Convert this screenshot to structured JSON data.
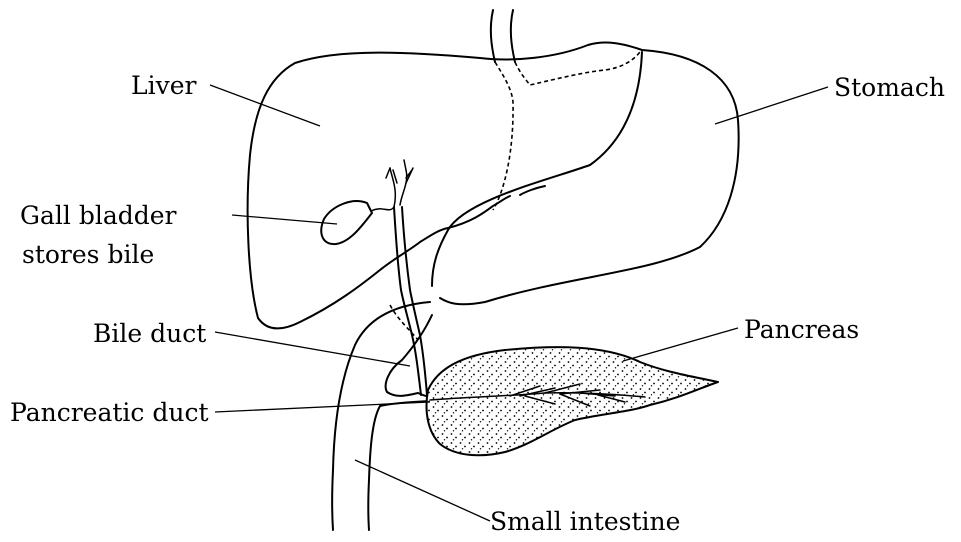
{
  "labels": {
    "liver": "Liver",
    "stomach": "Stomach",
    "gall_bladder_line1": "Gall bladder",
    "gall_bladder_line2": "stores bile",
    "bile_duct": "Bile duct",
    "pancreas": "Pancreas",
    "pancreatic_duct": "Pancreatic duct",
    "small_intestine": "Small intestine"
  },
  "colors": {
    "stroke": "#000000",
    "background": "#ffffff",
    "stipple": "#000000"
  }
}
